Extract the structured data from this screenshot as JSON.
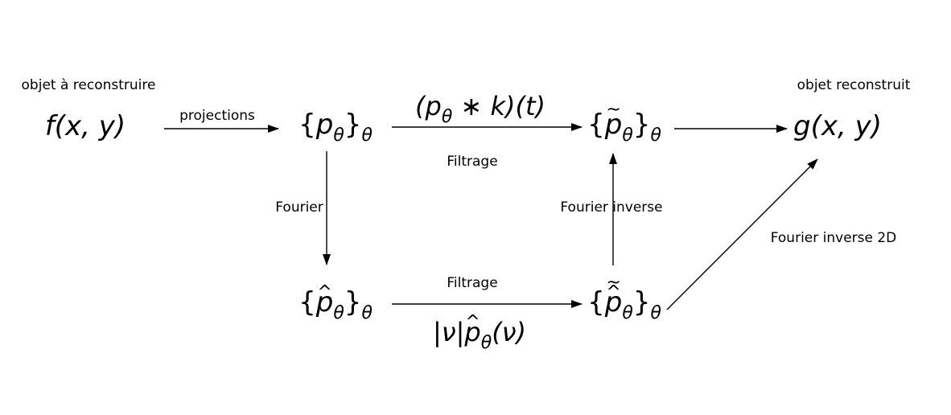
{
  "labels": {
    "objet_a_reconstruire": "objet à reconstruire",
    "objet_reconstruit": "objet reconstruit",
    "projections": "projections",
    "filtrage_top": "Filtrage",
    "filtrage_bottom": "Filtrage",
    "fourier": "Fourier",
    "fourier_inverse": "Fourier inverse",
    "fourier_inverse_2d": "Fourier inverse 2D"
  },
  "formulas": {
    "f_open": "f",
    "f_args": "(x, y)",
    "g_open": "g",
    "g_args": "(x, y)",
    "p_base": "p",
    "theta": "θ",
    "conv_expr_left": "(p",
    "conv_expr_right": " ∗ k)(t)",
    "nu_left": "|ν|",
    "nu_right": "(ν)",
    "brace_open": "{",
    "brace_close": "}",
    "hat": "^",
    "tilde": "~"
  }
}
